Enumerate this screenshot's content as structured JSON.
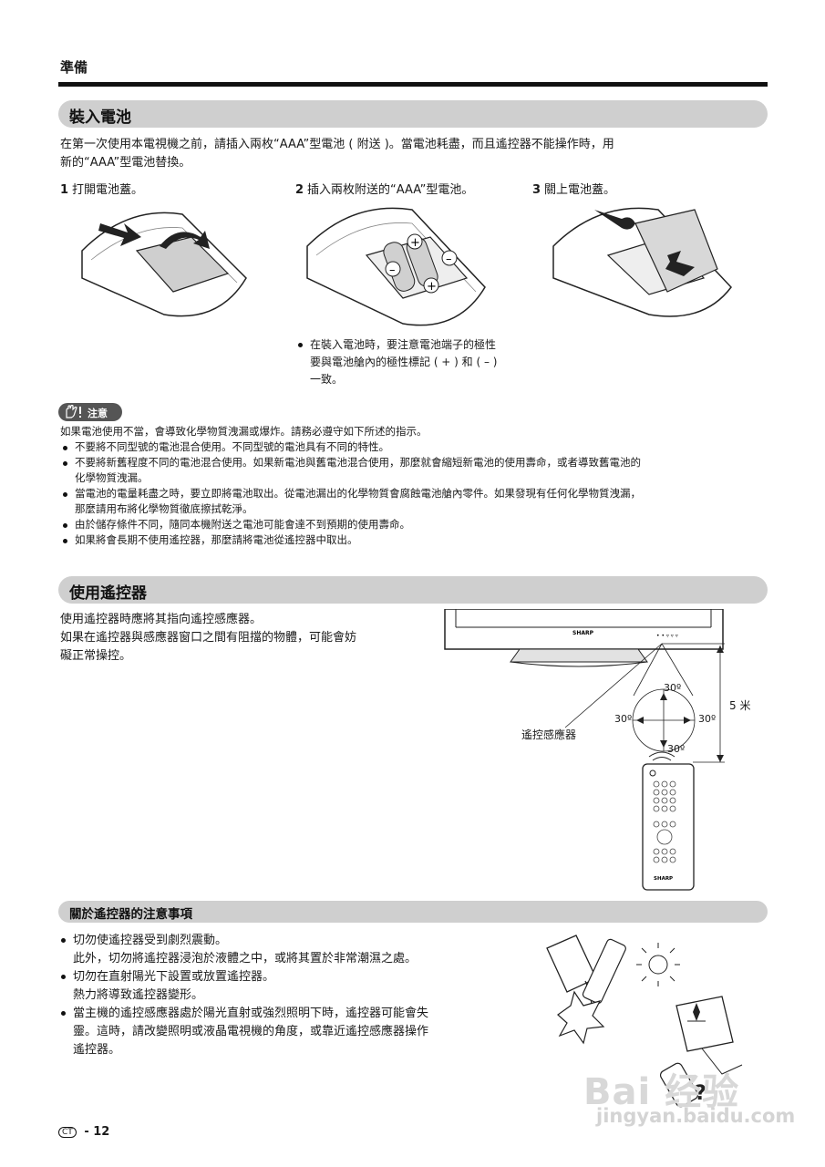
{
  "chapter": "準備",
  "section_battery": {
    "title": "裝入電池",
    "intro_line1": "在第一次使用本電視機之前，請插入兩枚“AAA”型電池 ( 附送 )。當電池耗盡，而且遙控器不能操作時，用",
    "intro_line2": "新的“AAA”型電池替換。",
    "steps": [
      {
        "num": "1",
        "text": "打開電池蓋。"
      },
      {
        "num": "2",
        "text": "插入兩枚附送的“AAA”型電池。"
      },
      {
        "num": "3",
        "text": "關上電池蓋。"
      }
    ],
    "polarity_note_line1": "在裝入電池時，要注意電池端子的極性",
    "polarity_note_line2": "要與電池艙內的極性標記 ( + ) 和 ( – )",
    "polarity_note_line3": "一致。"
  },
  "caution": {
    "badge": "注意",
    "intro": "如果電池使用不當，會導致化學物質洩漏或爆炸。請務必遵守如下所述的指示。",
    "items": [
      {
        "l1": "不要將不同型號的電池混合使用。不同型號的電池具有不同的特性。",
        "l2": ""
      },
      {
        "l1": "不要將新舊程度不同的電池混合使用。如果新電池與舊電池混合使用，那麼就會縮短新電池的使用壽命，或者導致舊電池的",
        "l2": "化學物質洩漏。"
      },
      {
        "l1": "當電池的電量耗盡之時，要立即將電池取出。從電池漏出的化學物質會腐蝕電池艙內零件。如果發現有任何化學物質洩漏，",
        "l2": "那麼請用布將化學物質徹底擦拭乾淨。"
      },
      {
        "l1": "由於儲存條件不同，隨同本機附送之電池可能會達不到預期的使用壽命。",
        "l2": ""
      },
      {
        "l1": "如果將會長期不使用遙控器，那麼請將電池從遙控器中取出。",
        "l2": ""
      }
    ]
  },
  "section_remote": {
    "title": "使用遙控器",
    "line1": "使用遙控器時應將其指向遙控感應器。",
    "line2": "如果在遙控器與感應器窗口之間有阻擋的物體，可能會妨",
    "line3": "礙正常操控。",
    "sensor_label": "遙控感應器",
    "distance_label": "5 米",
    "angle_top": "30º",
    "angle_left": "30º",
    "angle_right": "30º",
    "angle_bottom": "30º",
    "tv_brand": "SHARP",
    "remote_brand": "SHARP"
  },
  "section_precautions": {
    "title": "關於遙控器的注意事項",
    "items": [
      {
        "l1": "切勿使遙控器受到劇烈震動。",
        "l2": "此外，切勿將遙控器浸泡於液體之中，或將其置於非常潮濕之處。",
        "l3": ""
      },
      {
        "l1": "切勿在直射陽光下設置或放置遙控器。",
        "l2": "熱力將導致遙控器變形。",
        "l3": ""
      },
      {
        "l1": "當主機的遙控感應器處於陽光直射或強烈照明下時，遙控器可能會失",
        "l2": "靈。這時，請改變照明或液晶電視機的角度，或靠近遙控感應器操作",
        "l3": "遙控器。"
      }
    ]
  },
  "footer": {
    "lang_code": "CT",
    "separator": "-",
    "page_number": "12"
  },
  "watermark": {
    "line1": "Bai 经验",
    "line2": "jingyan.baidu.com"
  }
}
